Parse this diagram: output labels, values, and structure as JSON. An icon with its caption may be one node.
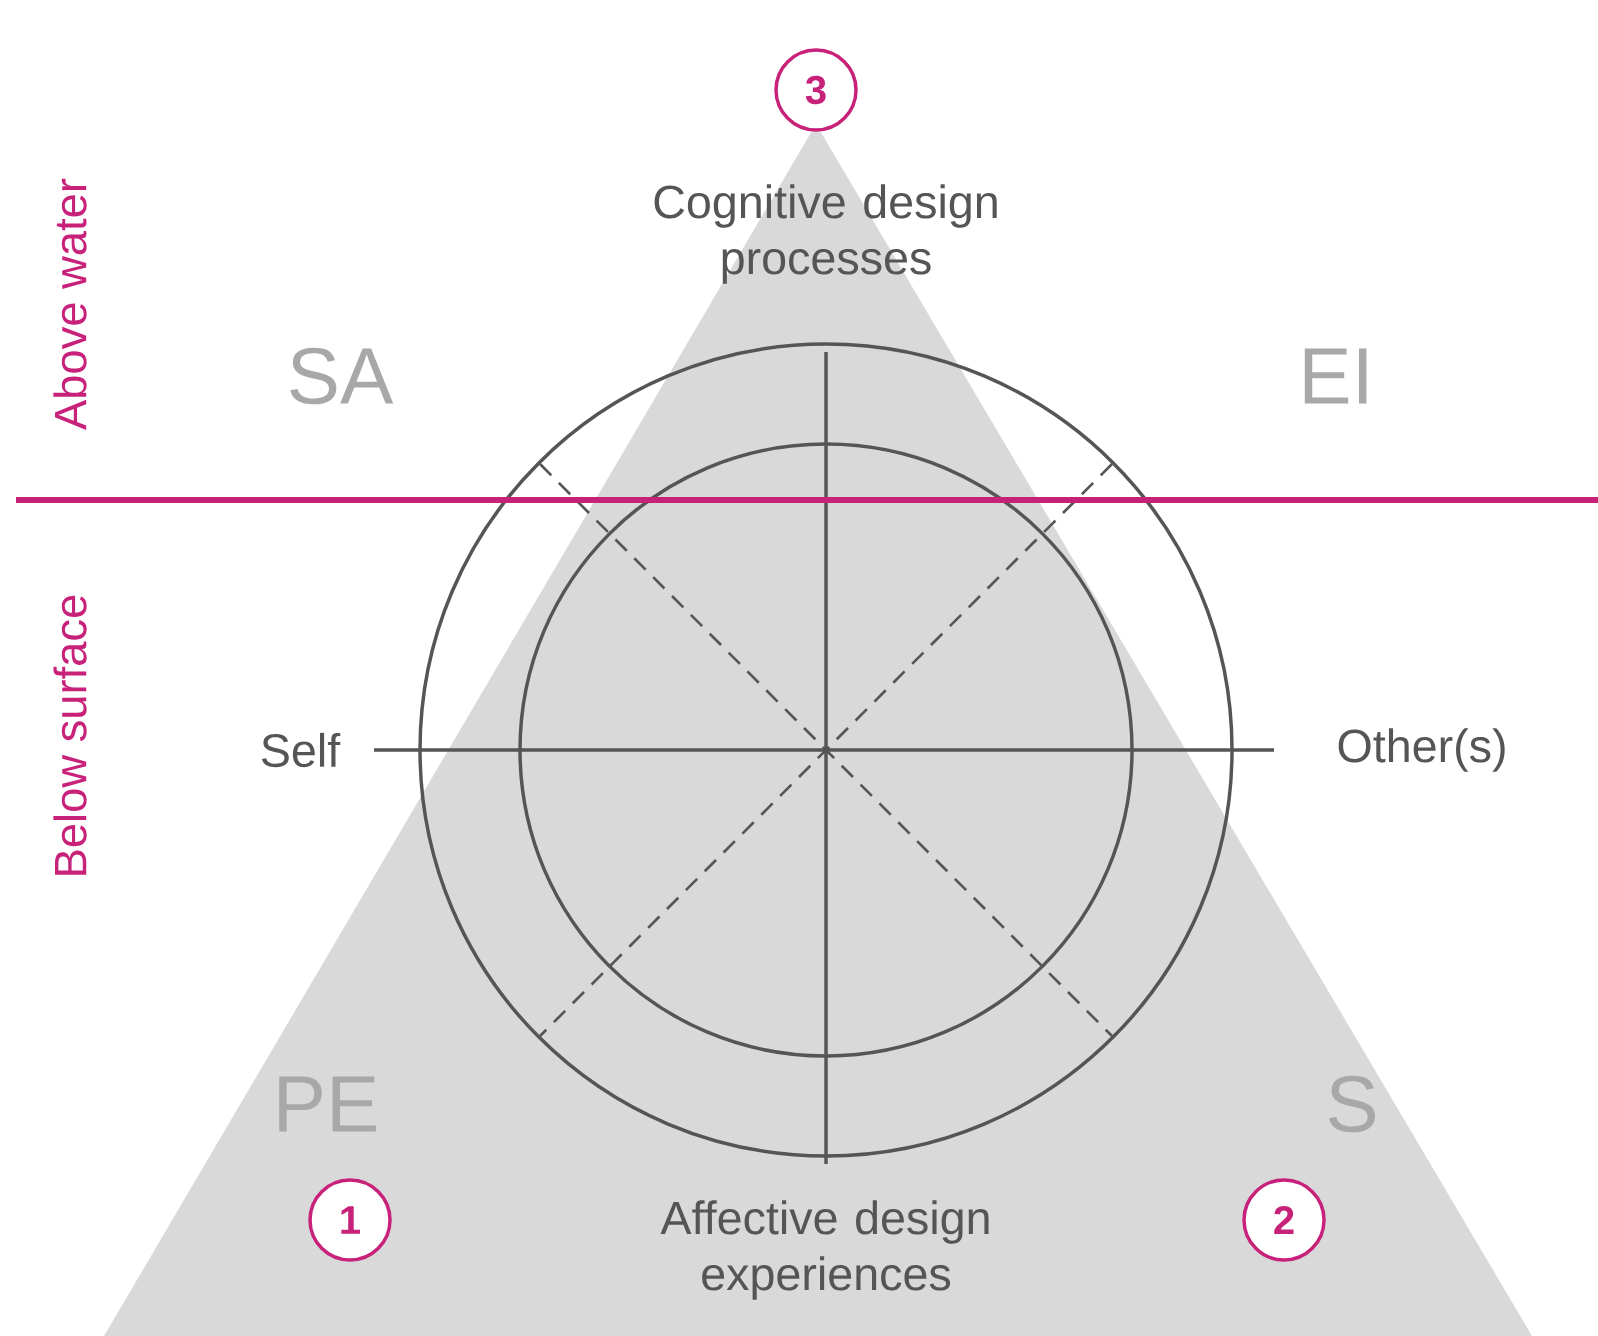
{
  "diagram": {
    "nodes": [
      {
        "text": [
          "3"
        ]
      },
      {
        "text": [
          "1"
        ]
      },
      {
        "text": [
          "2"
        ]
      }
    ],
    "labels": [
      "Above water",
      "Below surface",
      "SA",
      "EI",
      "Cognitive design processes",
      "Self",
      "Other(s)",
      "PE",
      "S",
      "Affective design experiences"
    ]
  }
}
